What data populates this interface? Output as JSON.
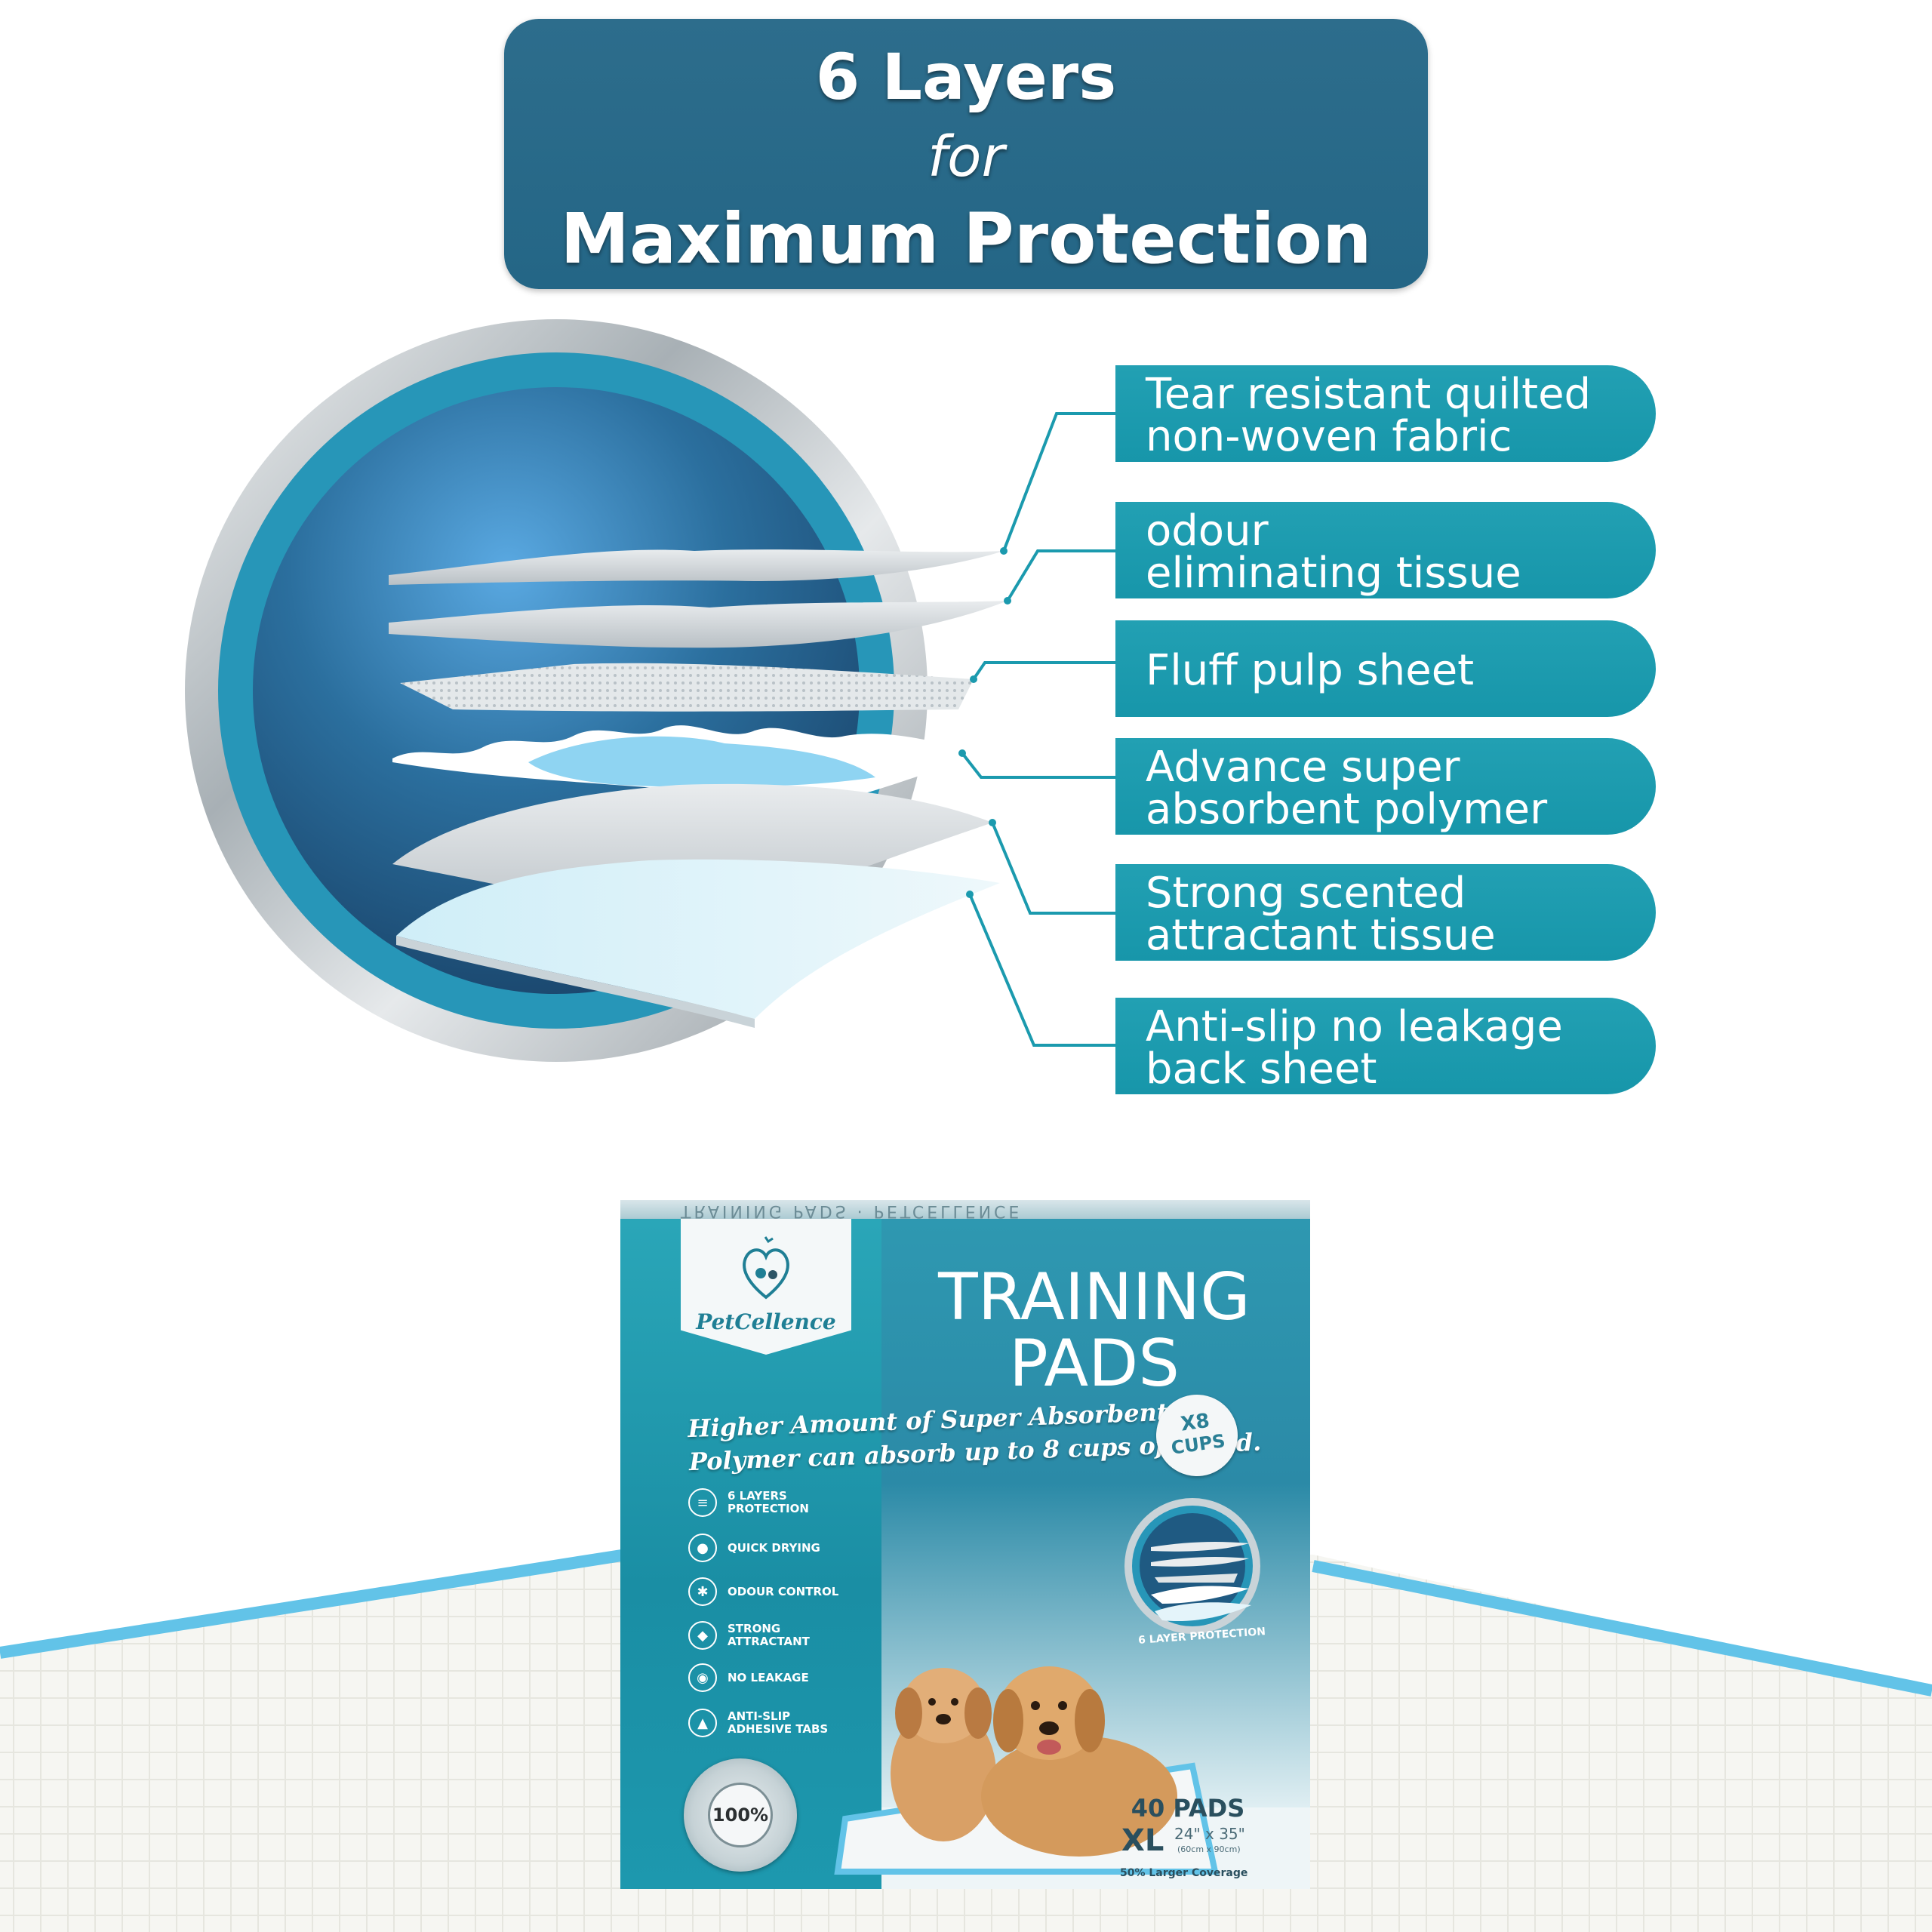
{
  "title": {
    "line1": "6 Layers",
    "line2": "for",
    "line3": "Maximum Protection"
  },
  "layers": [
    {
      "label": "Tear resistant quilted\nnon-woven fabric"
    },
    {
      "label": "odour\neliminating tissue"
    },
    {
      "label": "Fluff pulp sheet"
    },
    {
      "label": "Advance super\nabsorbent polymer"
    },
    {
      "label": "Strong scented\nattractant tissue"
    },
    {
      "label": "Anti-slip no leakage\nback sheet"
    }
  ],
  "package": {
    "brand": "PetCellence",
    "title_line1": "TRAINING",
    "title_line2": "PADS",
    "tagline_line1": "Higher Amount of Super Absorbent",
    "tagline_line2": "Polymer can absorb up to 8 cups of liquid.",
    "cups_badge_line1": "X8",
    "cups_badge_line2": "CUPS",
    "features": [
      {
        "label": "6 LAYERS\nPROTECTION",
        "icon": "layers-icon"
      },
      {
        "label": "QUICK DRYING",
        "icon": "drops-icon"
      },
      {
        "label": "ODOUR CONTROL",
        "icon": "odour-icon"
      },
      {
        "label": "STRONG\nATTRACTANT",
        "icon": "dog-head-icon"
      },
      {
        "label": "NO LEAKAGE",
        "icon": "shield-icon"
      },
      {
        "label": "ANTI-SLIP\nADHESIVE TABS",
        "icon": "dog-icon"
      }
    ],
    "seal_percent": "100%",
    "mini_diagram_caption": "6 LAYER PROTECTION",
    "pad_count": "40 PADS",
    "size": "XL",
    "dimensions": "24\" x 35\"",
    "dimensions_metric": "(60cm x 90cm)",
    "coverage": "50% Larger Coverage"
  },
  "colors": {
    "banner": "#2d6d8c",
    "label_teal": "#1b9aae",
    "ring_blue": "#2796b8",
    "pad_blue": "#62c3e8"
  }
}
